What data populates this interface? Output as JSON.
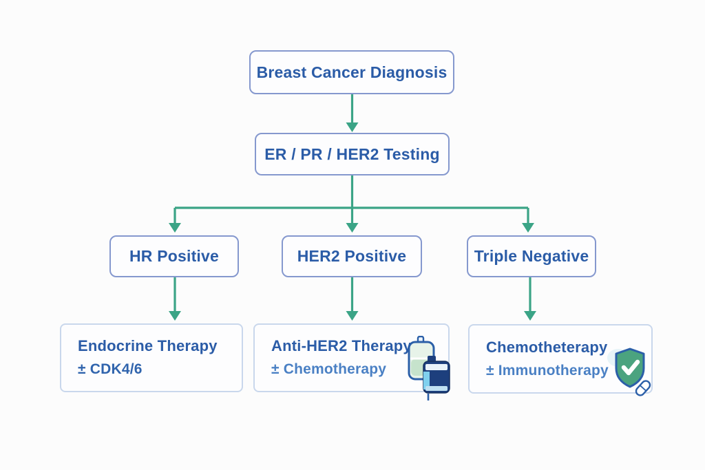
{
  "diagram": {
    "description": "Breast cancer treatment decision flowchart",
    "nodes": {
      "diagnosis": {
        "label": "Breast Cancer Diagnosis"
      },
      "testing": {
        "label": "ER / PR / HER2 Testing"
      },
      "hr_positive": {
        "label": "HR Positive"
      },
      "her2_positive": {
        "label": "HER2 Positive"
      },
      "triple_negative": {
        "label": "Triple Negative"
      },
      "endocrine": {
        "line1": "Endocrine Therapy",
        "line2": "± CDK4/6"
      },
      "anti_her2": {
        "line1": "Anti-HER2 Therapy",
        "line2": "± Chemotherapy",
        "icon": "iv-infusion-icon"
      },
      "tnbc_treatment": {
        "line1": "Chemotheterapy",
        "line2": "± Immunotherapy",
        "icon": "shield-check-icon"
      }
    },
    "edges": [
      {
        "from": "diagnosis",
        "to": "testing"
      },
      {
        "from": "testing",
        "to": "hr_positive"
      },
      {
        "from": "testing",
        "to": "her2_positive"
      },
      {
        "from": "testing",
        "to": "triple_negative"
      },
      {
        "from": "hr_positive",
        "to": "endocrine"
      },
      {
        "from": "her2_positive",
        "to": "anti_her2"
      },
      {
        "from": "triple_negative",
        "to": "tnbc_treatment"
      }
    ]
  },
  "colors": {
    "background": "#fcfcfc",
    "arrow_green": "#3ba486",
    "text_primary": "#2b5ca7",
    "text_secondary": "#4a80c4",
    "border_strong": "#8598ce",
    "border_light": "#c9d7ec"
  }
}
